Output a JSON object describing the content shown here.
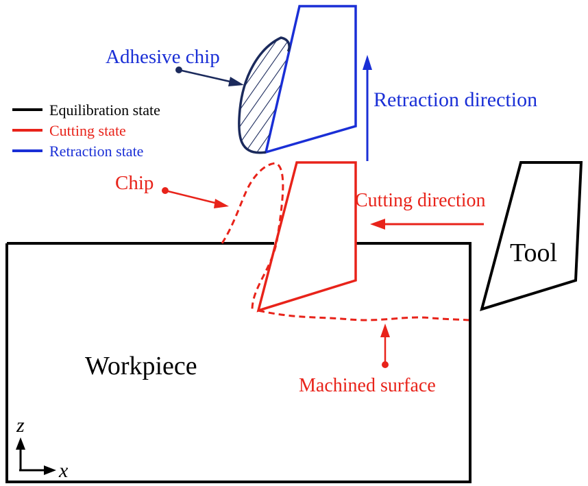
{
  "legend": {
    "items": [
      {
        "label": "Equilibration state",
        "color": "#000000"
      },
      {
        "label": "Cutting state",
        "color": "#e8231a"
      },
      {
        "label": "Retraction state",
        "color": "#1a2fd6"
      }
    ]
  },
  "labels": {
    "adhesive_chip": "Adhesive chip",
    "retraction_direction": "Retraction direction",
    "chip": "Chip",
    "cutting_direction": "Cutting direction",
    "tool": "Tool",
    "workpiece": "Workpiece",
    "machined_surface": "Machined surface"
  },
  "axes": {
    "z_label": "z",
    "x_label": "x"
  },
  "colors": {
    "black": "#000000",
    "red": "#e8231a",
    "blue": "#1a2fd6",
    "navy": "#1b2a5c"
  }
}
